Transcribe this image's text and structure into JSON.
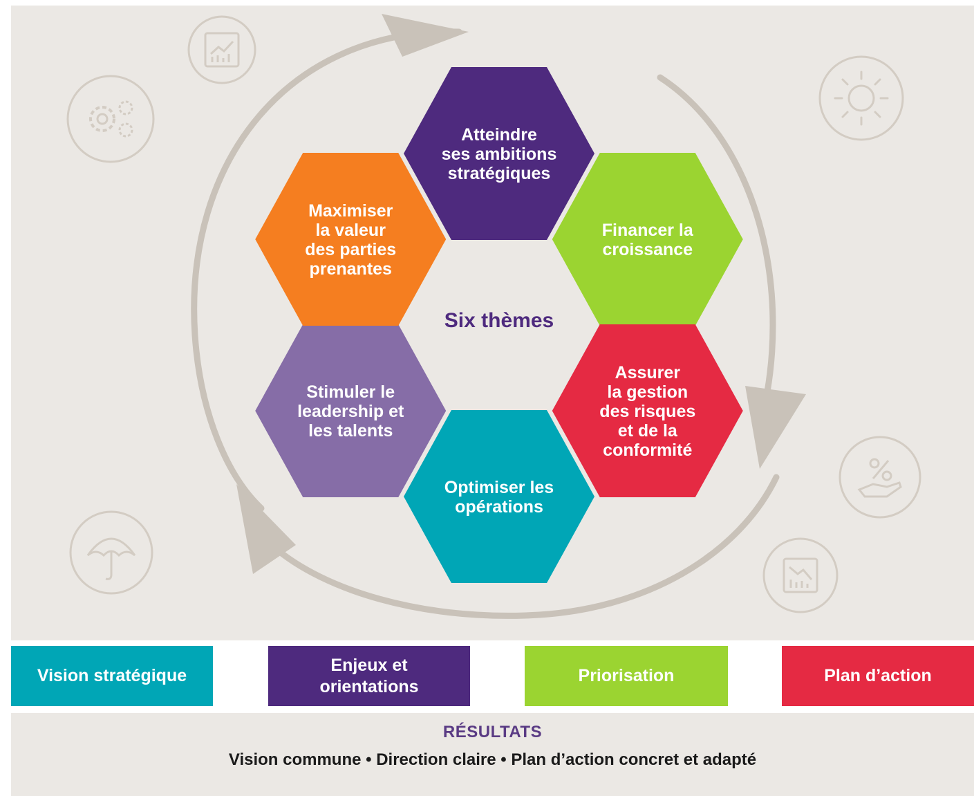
{
  "diagram": {
    "center_title": "Six thèmes",
    "themes": [
      {
        "lines": [
          "Atteindre",
          "ses ambitions",
          "stratégiques"
        ],
        "color": "#4e2a7e"
      },
      {
        "lines": [
          "Financer la",
          "croissance"
        ],
        "color": "#9bd431"
      },
      {
        "lines": [
          "Assurer",
          "la gestion",
          "des risques",
          "et de la",
          "conformité"
        ],
        "color": "#e52a43"
      },
      {
        "lines": [
          "Optimiser les",
          "opérations"
        ],
        "color": "#00a6b6"
      },
      {
        "lines": [
          "Stimuler le",
          "leadership et",
          "les talents"
        ],
        "color": "#866da7"
      },
      {
        "lines": [
          "Maximiser",
          "la valeur",
          "des parties",
          "prenantes"
        ],
        "color": "#f57e20"
      }
    ],
    "cycle_arrow_color": "#c9c2b9",
    "decorative_icons": [
      "chart-up-icon",
      "gears-icon",
      "sun-icon",
      "percent-hand-icon",
      "umbrella-icon",
      "chart-down-icon"
    ]
  },
  "steps": [
    {
      "label": "Vision stratégique",
      "color": "#00a6b6"
    },
    {
      "label": "Enjeux et\norientations",
      "color": "#4e2a7e"
    },
    {
      "label": "Priorisation",
      "color": "#9bd431"
    },
    {
      "label": "Plan d’action",
      "color": "#e52a43"
    }
  ],
  "results": {
    "title": "RÉSULTATS",
    "text": "Vision commune  •  Direction claire  • Plan d’action concret et adapté"
  }
}
